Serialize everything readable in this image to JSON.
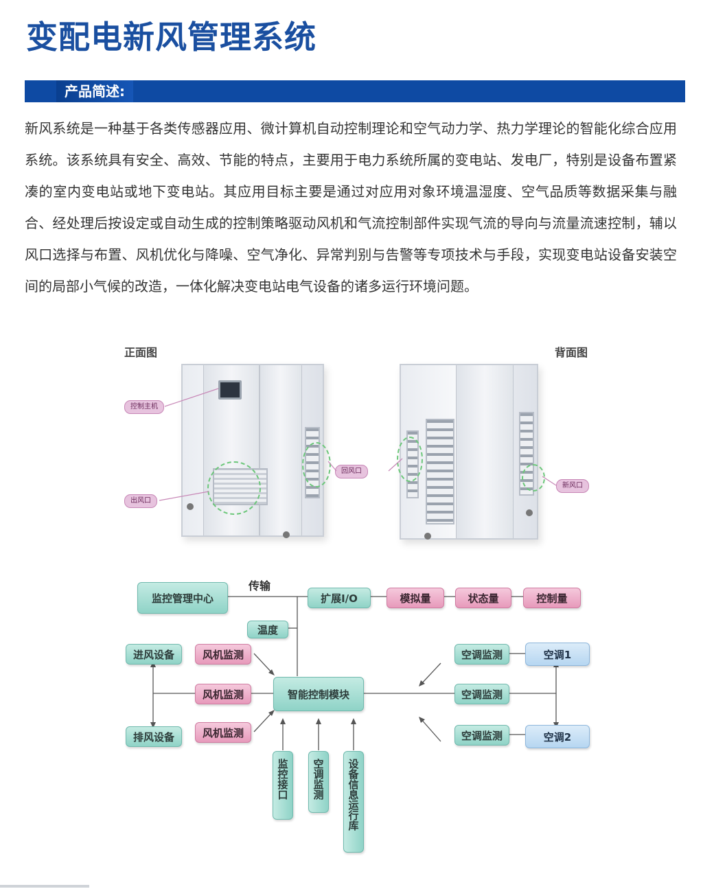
{
  "page": {
    "title": "变配电新风管理系统"
  },
  "section": {
    "label": "产品简述:"
  },
  "description": "新风系统是一种基于各类传感器应用、微计算机自动控制理论和空气动力学、热力学理论的智能化综合应用系统。该系统具有安全、高效、节能的特点，主要用于电力系统所属的变电站、发电厂，特别是设备布置紧凑的室内变电站或地下变电站。其应用目标主要是通过对应用对象环境温湿度、空气品质等数据采集与融合、经处理后按设定或自动生成的控制策略驱动风机和气流控制部件实现气流的导向与流量流速控制，辅以风口选择与布置、风机优化与降噪、空气净化、异常判别与告警等专项技术与手段，实现变电站设备安装空间的局部小气候的改造，一体化解决变电站电气设备的诸多运行环境问题。",
  "photos": {
    "front_caption": "正面图",
    "back_caption": "背面图",
    "callouts": {
      "control_host": "控制主机",
      "outlet": "出风口",
      "return_vent": "回风口",
      "fresh_vent": "新风口"
    }
  },
  "diagram": {
    "transmit_label": "传输",
    "monitor_center": "监控管理中心",
    "io_row": [
      "扩展I/O",
      "模拟量",
      "状态量",
      "控制量"
    ],
    "temperature": "温度",
    "intake": "进风设备",
    "exhaust": "排风设备",
    "fan_monitors": [
      "风机监测",
      "风机监测",
      "风机监测"
    ],
    "core": "智能控制模块",
    "ac_monitors": [
      "空调监测",
      "空调监测",
      "空调监测"
    ],
    "ac_units": [
      "空调1",
      "空调2"
    ],
    "bottom_inputs": [
      "监控接口",
      "空调监测",
      "设备信息运行库"
    ]
  }
}
